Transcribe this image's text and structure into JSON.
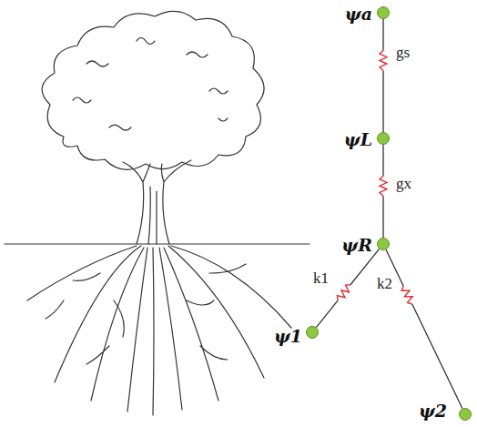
{
  "diagram": {
    "nodes": [
      {
        "text": [
          "ψa"
        ]
      },
      {
        "text": [
          "ψL"
        ]
      },
      {
        "text": [
          "ψR"
        ]
      },
      {
        "text": [
          "ψ1"
        ]
      },
      {
        "text": [
          "ψ2"
        ]
      }
    ],
    "edges": [
      {
        "from": 0,
        "to": 1,
        "arrow": "none",
        "label": "gs"
      },
      {
        "from": 1,
        "to": 2,
        "arrow": "none",
        "label": "gx"
      },
      {
        "from": 2,
        "to": 3,
        "arrow": "none",
        "label": "k1"
      },
      {
        "from": 2,
        "to": 4,
        "arrow": "none",
        "label": "k2"
      }
    ]
  }
}
